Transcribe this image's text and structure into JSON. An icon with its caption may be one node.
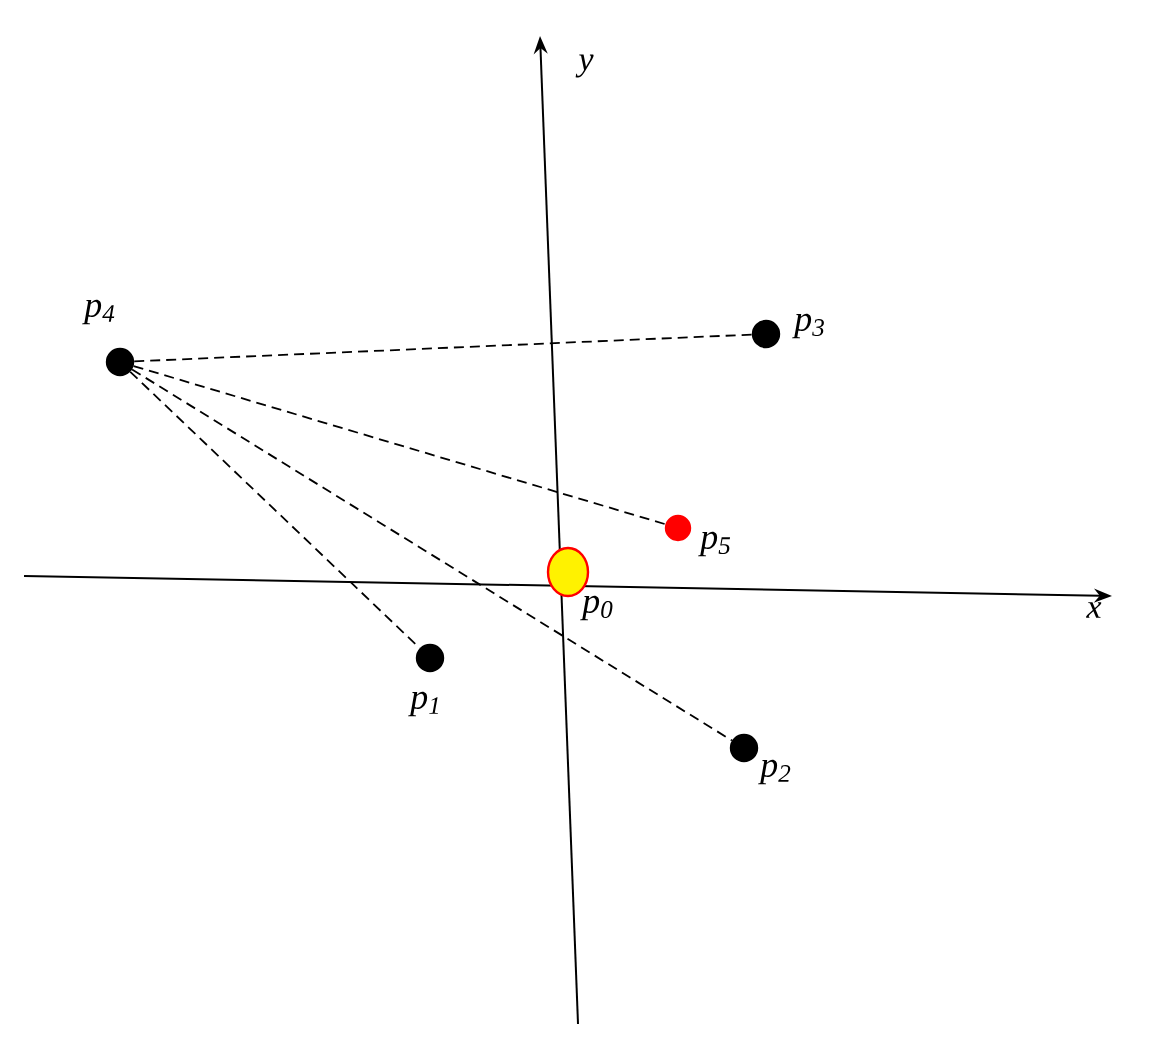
{
  "diagram": {
    "nodes": [
      {
        "text": [],
        "shape": "circle",
        "beside": [
          "p$_{4}$"
        ]
      },
      {
        "text": [],
        "shape": "circle",
        "beside": [
          "p$_{3}$"
        ]
      },
      {
        "text": [],
        "shape": "circle",
        "beside": [
          "p$_{5}$"
        ]
      },
      {
        "text": [],
        "shape": "circle",
        "beside": [
          "p$_{0}$"
        ]
      },
      {
        "text": [],
        "shape": "circle",
        "beside": [
          "p$_{1}$"
        ]
      },
      {
        "text": [],
        "shape": "circle",
        "beside": [
          "p$_{2}$"
        ]
      }
    ],
    "edges": [
      {
        "from": 0,
        "to": 1,
        "arrow": "none",
        "style": "dashed"
      },
      {
        "from": 0,
        "to": 2,
        "arrow": "none",
        "style": "dashed"
      },
      {
        "from": 0,
        "to": 4,
        "arrow": "none",
        "style": "dashed"
      },
      {
        "from": 0,
        "to": 5,
        "arrow": "none",
        "style": "dashed"
      }
    ],
    "labels": [
      "y",
      "x"
    ]
  }
}
